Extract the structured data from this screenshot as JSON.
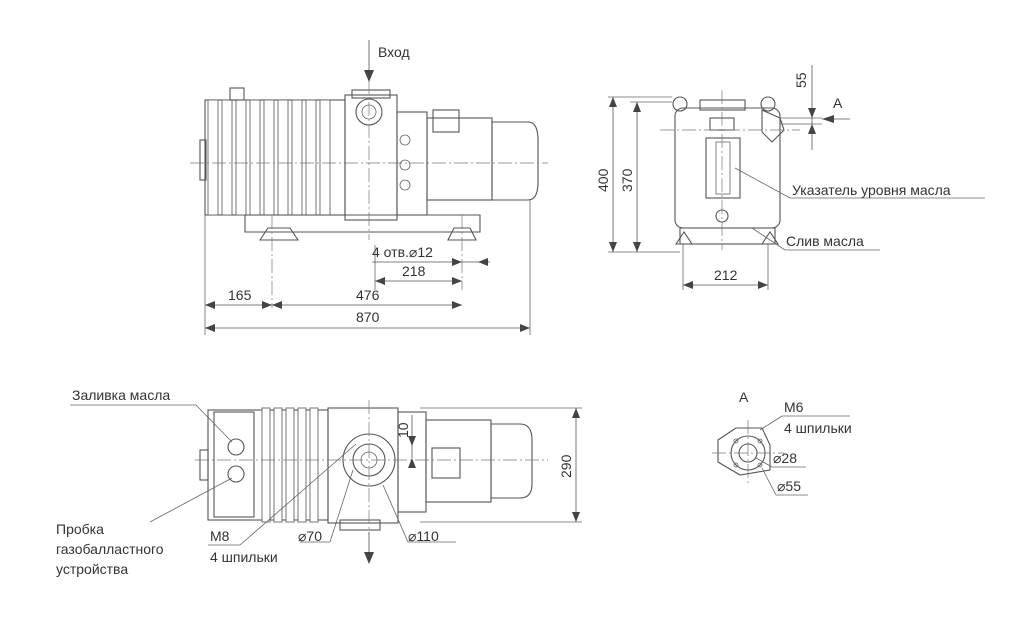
{
  "labels": {
    "inlet": "Вход",
    "oil_fill": "Заливка масла",
    "gas_ballast_plug": [
      "Пробка",
      "газобалластного",
      "устройства"
    ],
    "oil_level_indicator": "Указатель уровня масла",
    "oil_drain": "Слив масла",
    "view_a_mark": "А",
    "view_a_title": "А",
    "m8": "М8",
    "m8_studs": "4 шпильки",
    "m6": "М6",
    "m6_studs": "4 шпильки",
    "holes": "4 отв.⌀12"
  },
  "dimensions": {
    "d218": "218",
    "d165": "165",
    "d476": "476",
    "d870": "870",
    "d212": "212",
    "d400": "400",
    "d370": "370",
    "d55_top": "55",
    "d290": "290",
    "d10": "10",
    "d70": "⌀70",
    "d110": "⌀110",
    "d28": "⌀28",
    "d55_circle": "⌀55"
  }
}
